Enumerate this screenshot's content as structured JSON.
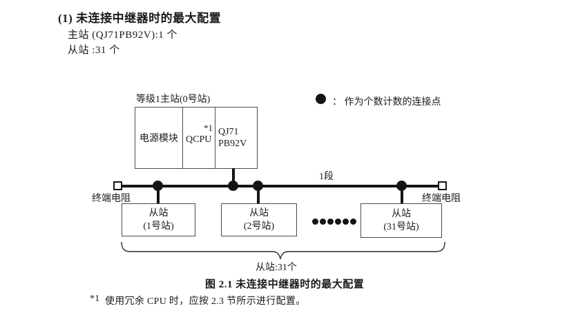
{
  "colors": {
    "text": "#1a1a1a",
    "diagram_line": "#141414",
    "box_border": "#4a4a4a",
    "background": "#ffffff"
  },
  "header": {
    "title": "(1) 未连接中继器时的最大配置",
    "line1": "主站 (QJ71PB92V):1 个",
    "line2": "从站 :31 个"
  },
  "diagram": {
    "master": {
      "label": "等级1主站(0号站)",
      "power_cell": "电源模块",
      "cpu_cell": "QCPU",
      "cpu_note": "*1",
      "module_line1": "QJ71",
      "module_line2": "PB92V"
    },
    "legend": {
      "symbol": "connection-point-dot",
      "text": "：  作为个数计数的连接点"
    },
    "bus": {
      "segment_label": "1段",
      "terminator_left_label": "终端电阻",
      "terminator_right_label": "终端电阻"
    },
    "slaves": [
      {
        "line1": "从站",
        "line2": "(1号站)"
      },
      {
        "line1": "从站",
        "line2": "(2号站)"
      },
      {
        "line1": "从站",
        "line2": "(31号站)"
      }
    ],
    "brace_label": "从站:31个"
  },
  "caption": "图 2.1 未连接中继器时的最大配置",
  "footnote": {
    "marker": "*1",
    "text": "使用冗余 CPU 时，应按 2.3 节所示进行配置。"
  }
}
